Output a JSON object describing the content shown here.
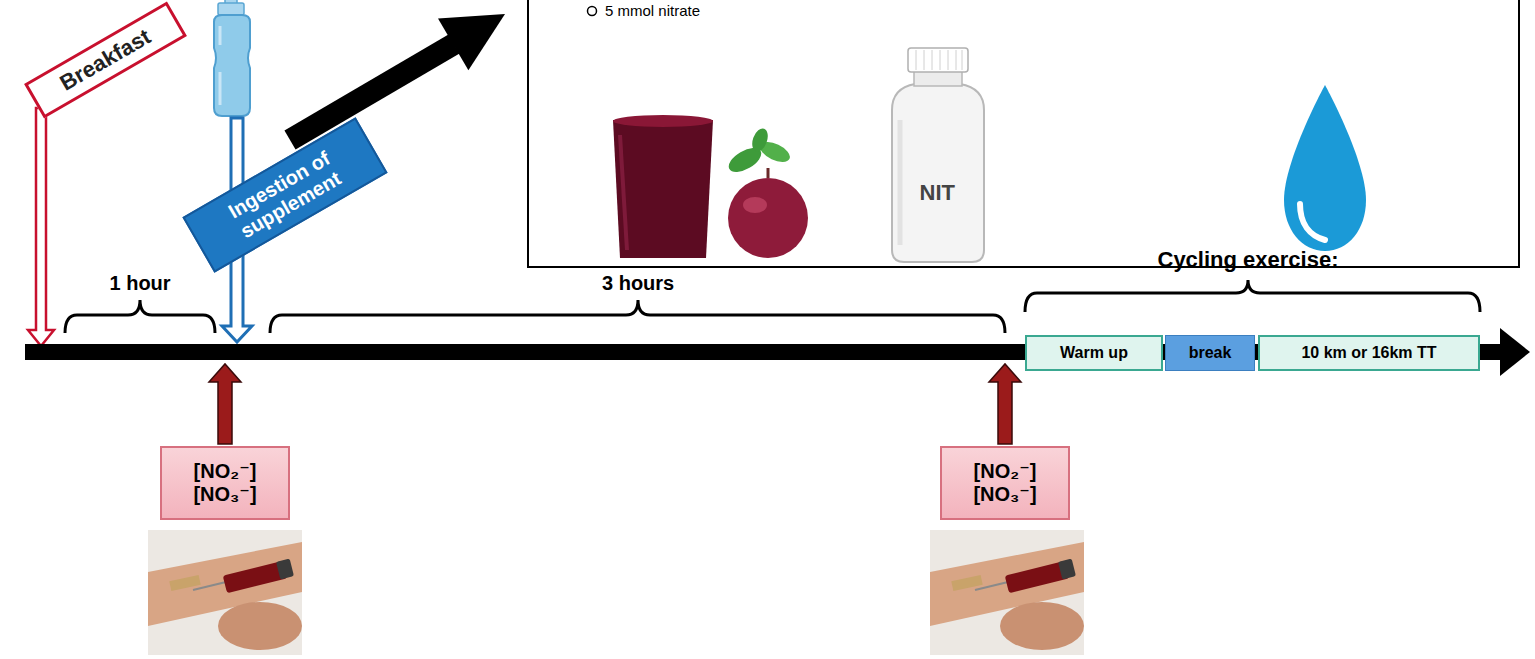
{
  "diagram": {
    "nodes": [
      {
        "text": [
          "5 mmol nitrate"
        ]
      },
      {
        "text": [
          "Breakfast"
        ]
      },
      {
        "text": [
          "Ingestion of supplement"
        ]
      },
      {
        "text": [
          "Warm up"
        ]
      },
      {
        "text": [
          "break"
        ]
      },
      {
        "text": [
          "10 km or 16km TT"
        ]
      },
      {
        "text": [
          "[NO₂⁻]",
          "[NO₃⁻]"
        ]
      },
      {
        "text": [
          "[NO₂⁻]",
          "[NO₃⁻]"
        ]
      }
    ],
    "labels": [
      "NIT",
      "1 hour",
      "3 hours",
      "Cycling exercise:"
    ]
  }
}
